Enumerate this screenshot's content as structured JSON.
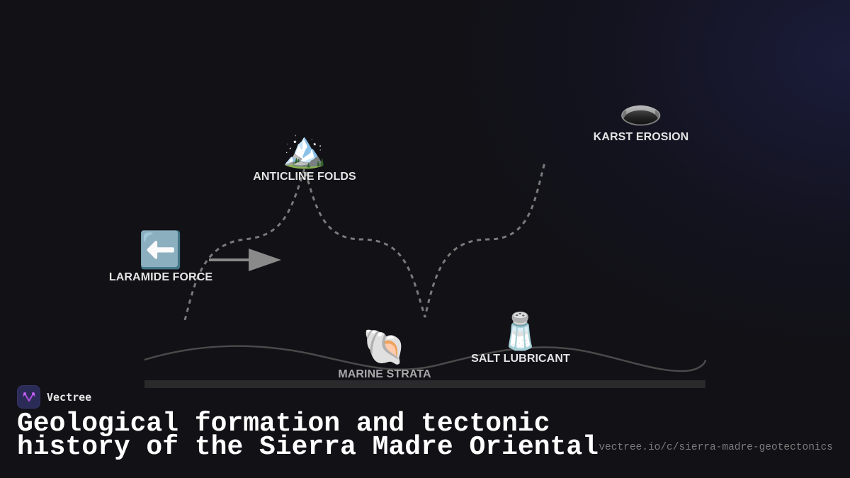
{
  "diagram": {
    "nodes": [
      {
        "id": "laramide-force",
        "icon": "left-arrow-button-icon",
        "emoji": "⬅️",
        "label": "LARAMIDE FORCE"
      },
      {
        "id": "anticline-folds",
        "icon": "snow-capped-mountain-icon",
        "emoji": "🏔️",
        "label": "ANTICLINE FOLDS"
      },
      {
        "id": "karst-erosion",
        "icon": "hole-icon",
        "emoji": "🕳️",
        "label": "KARST EROSION"
      },
      {
        "id": "marine-strata",
        "icon": "spiral-shell-icon",
        "emoji": "🐚",
        "label": "MARINE STRATA"
      },
      {
        "id": "salt-lubricant",
        "icon": "salt-shaker-icon",
        "emoji": "🧂",
        "label": "SALT LUBRICANT"
      }
    ],
    "connector_color": "#7a7a7a",
    "arrow_color": "#8a8a8a",
    "ground_line_color": "#4a4a4a",
    "ground_bar_color": "#2a2a2c"
  },
  "brand": {
    "name": "Vectree",
    "logo_color": "#b04fe0"
  },
  "footer": {
    "title_line1": "Geological formation and tectonic",
    "title_line2": "history of the Sierra Madre Oriental",
    "url": "vectree.io/c/sierra-madre-geotectonics"
  }
}
